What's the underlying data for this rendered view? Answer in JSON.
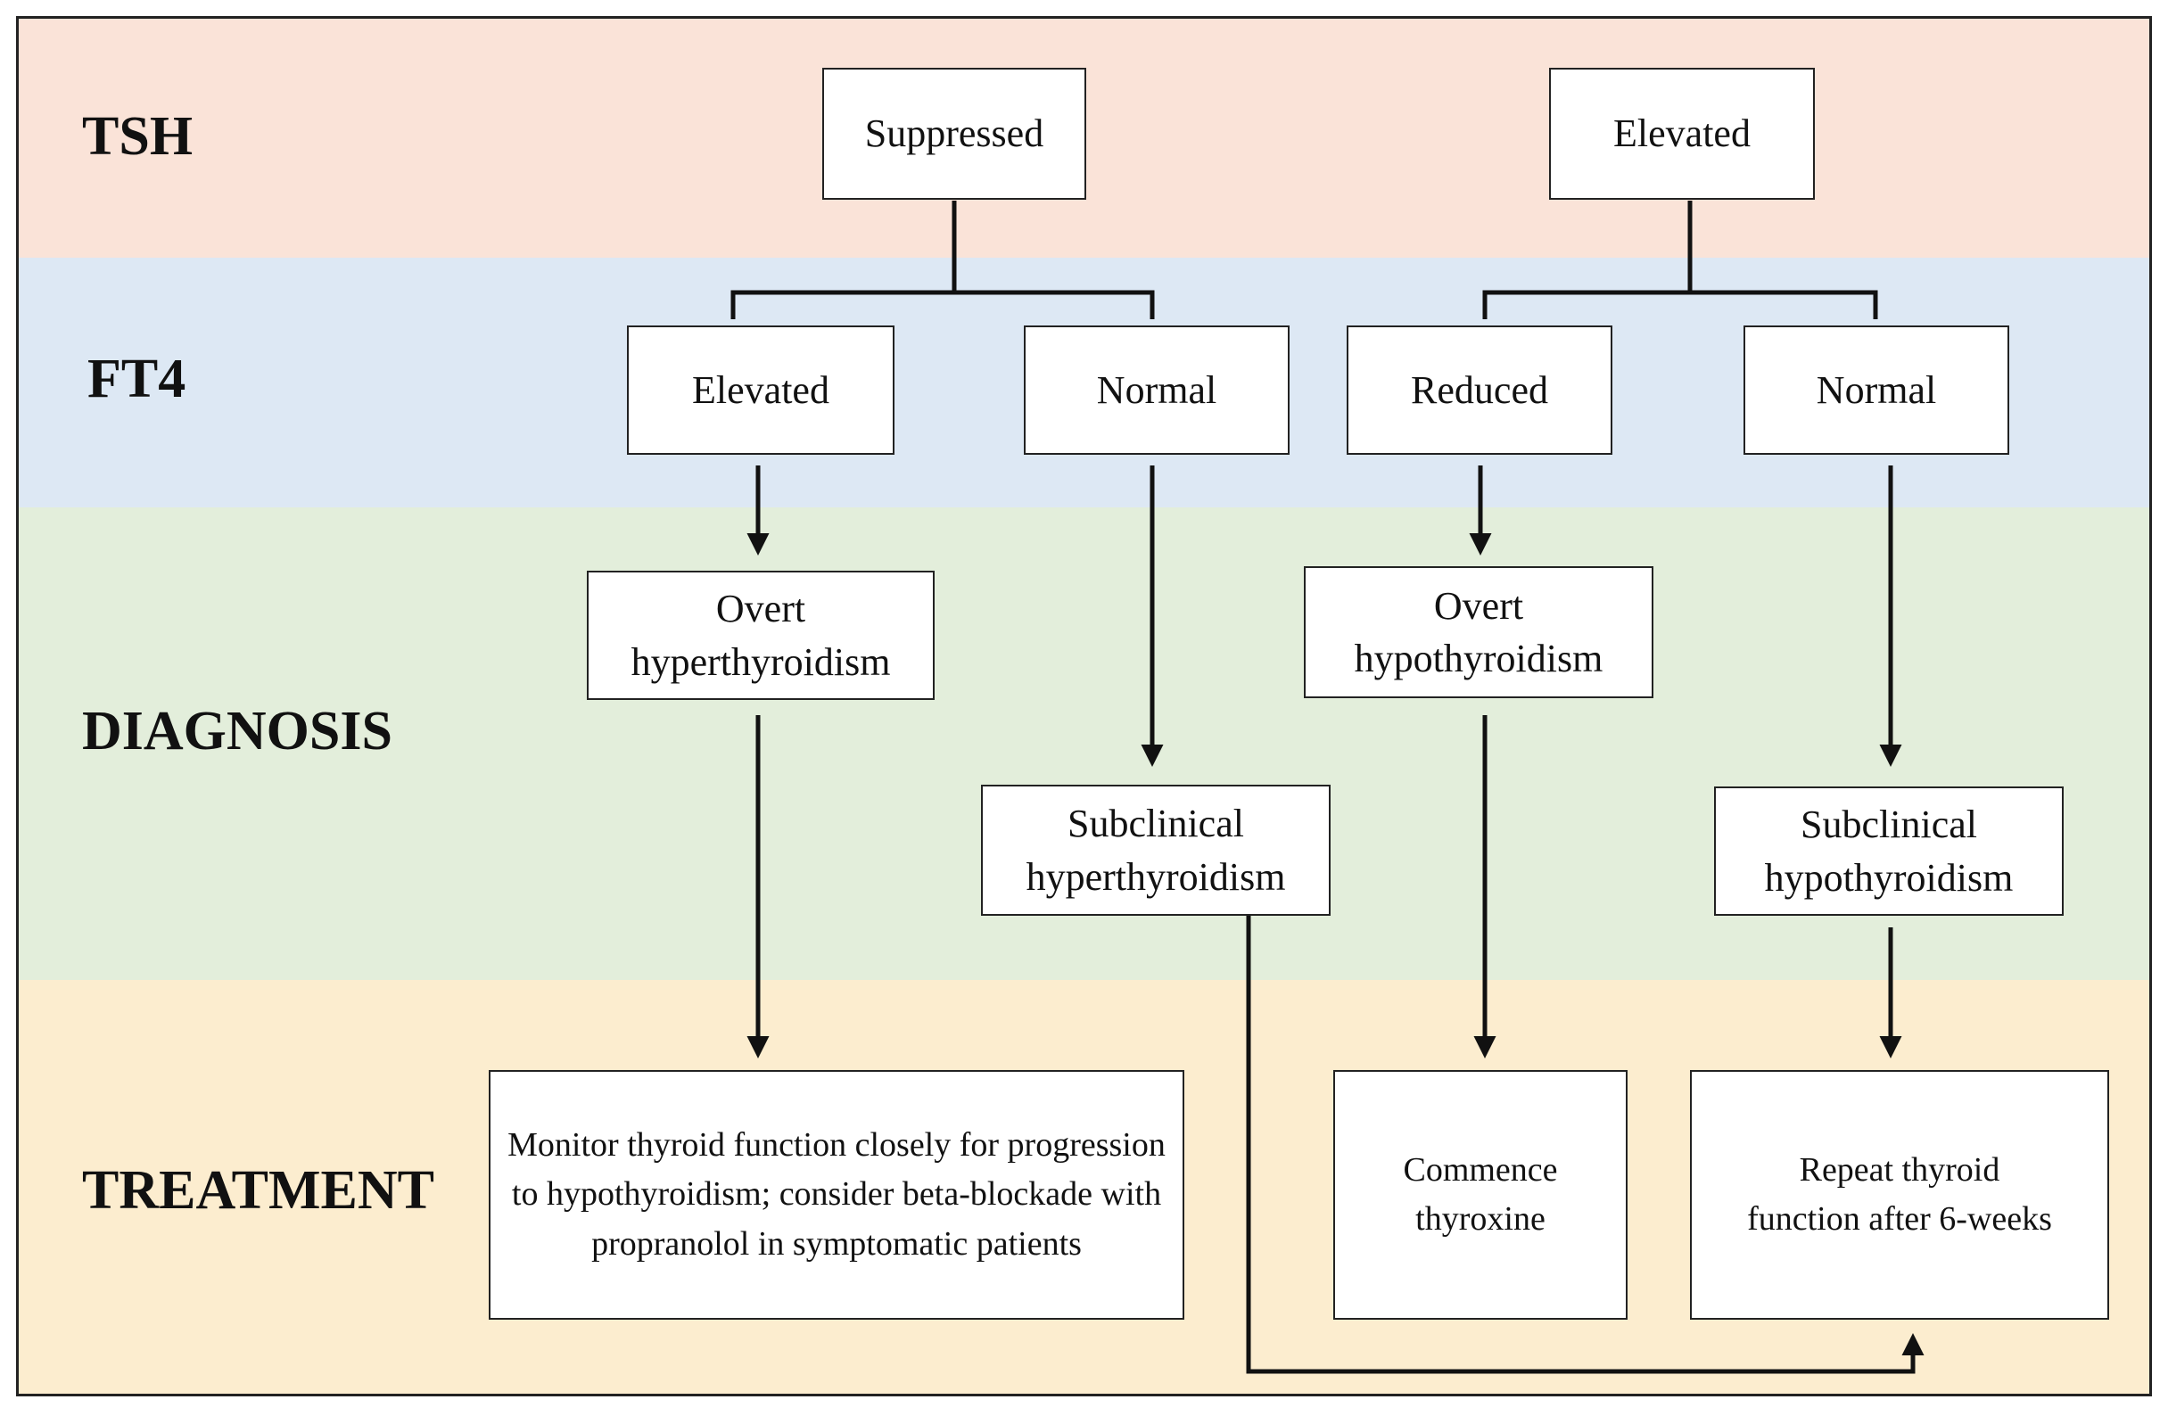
{
  "colors": {
    "tsh_band": "#fae3d8",
    "ft4_band": "#dde8f4",
    "diagnosis_band": "#e3eedb",
    "treatment_band": "#fcedcf",
    "line": "#111111"
  },
  "rows": {
    "tsh": "TSH",
    "ft4": "FT4",
    "diagnosis": "DIAGNOSIS",
    "treatment": "TREATMENT"
  },
  "tsh": {
    "suppressed": "Suppressed",
    "elevated": "Elevated"
  },
  "ft4": {
    "elevated": "Elevated",
    "normal_left": "Normal",
    "reduced": "Reduced",
    "normal_right": "Normal"
  },
  "diagnosis": {
    "overt_hyper": "Overt\nhyperthyroidism",
    "subclinical_hyper": "Subclinical\nhyperthyroidism",
    "overt_hypo": "Overt\nhypothyroidism",
    "subclinical_hypo": "Subclinical\nhypothyroidism"
  },
  "treatment": {
    "monitor": "Monitor thyroid function closely for progression to hypothyroidism; consider beta-blockade with propranolol in symptomatic patients",
    "commence": "Commence\nthyroxine",
    "repeat": "Repeat thyroid\nfunction after 6-weeks"
  }
}
